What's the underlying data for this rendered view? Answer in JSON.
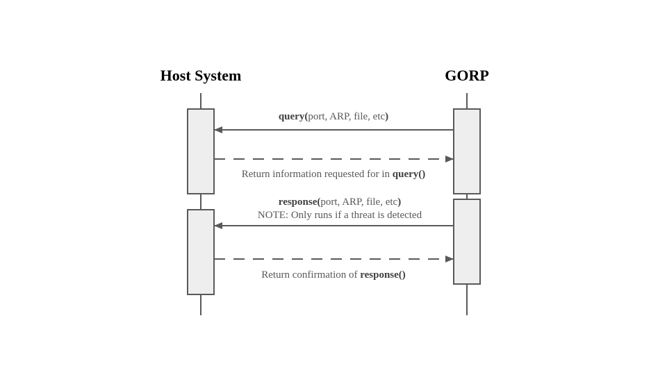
{
  "participants": {
    "host": "Host System",
    "gorp": "GORP"
  },
  "messages": {
    "query": {
      "fn": "query(",
      "args": "port, ARP, file, etc",
      "close": ")"
    },
    "query_return": {
      "text": "Return information requested for in ",
      "fn": "query()"
    },
    "response": {
      "fn": "response(",
      "args": "port, ARP, file, etc",
      "close": ")",
      "note": "NOTE: Only runs if a threat is detected"
    },
    "response_return": {
      "text": "Return confirmation of ",
      "fn": "response()"
    }
  },
  "colors": {
    "line": "#595959",
    "box_fill": "#eeeeee",
    "box_stroke": "#595959"
  }
}
